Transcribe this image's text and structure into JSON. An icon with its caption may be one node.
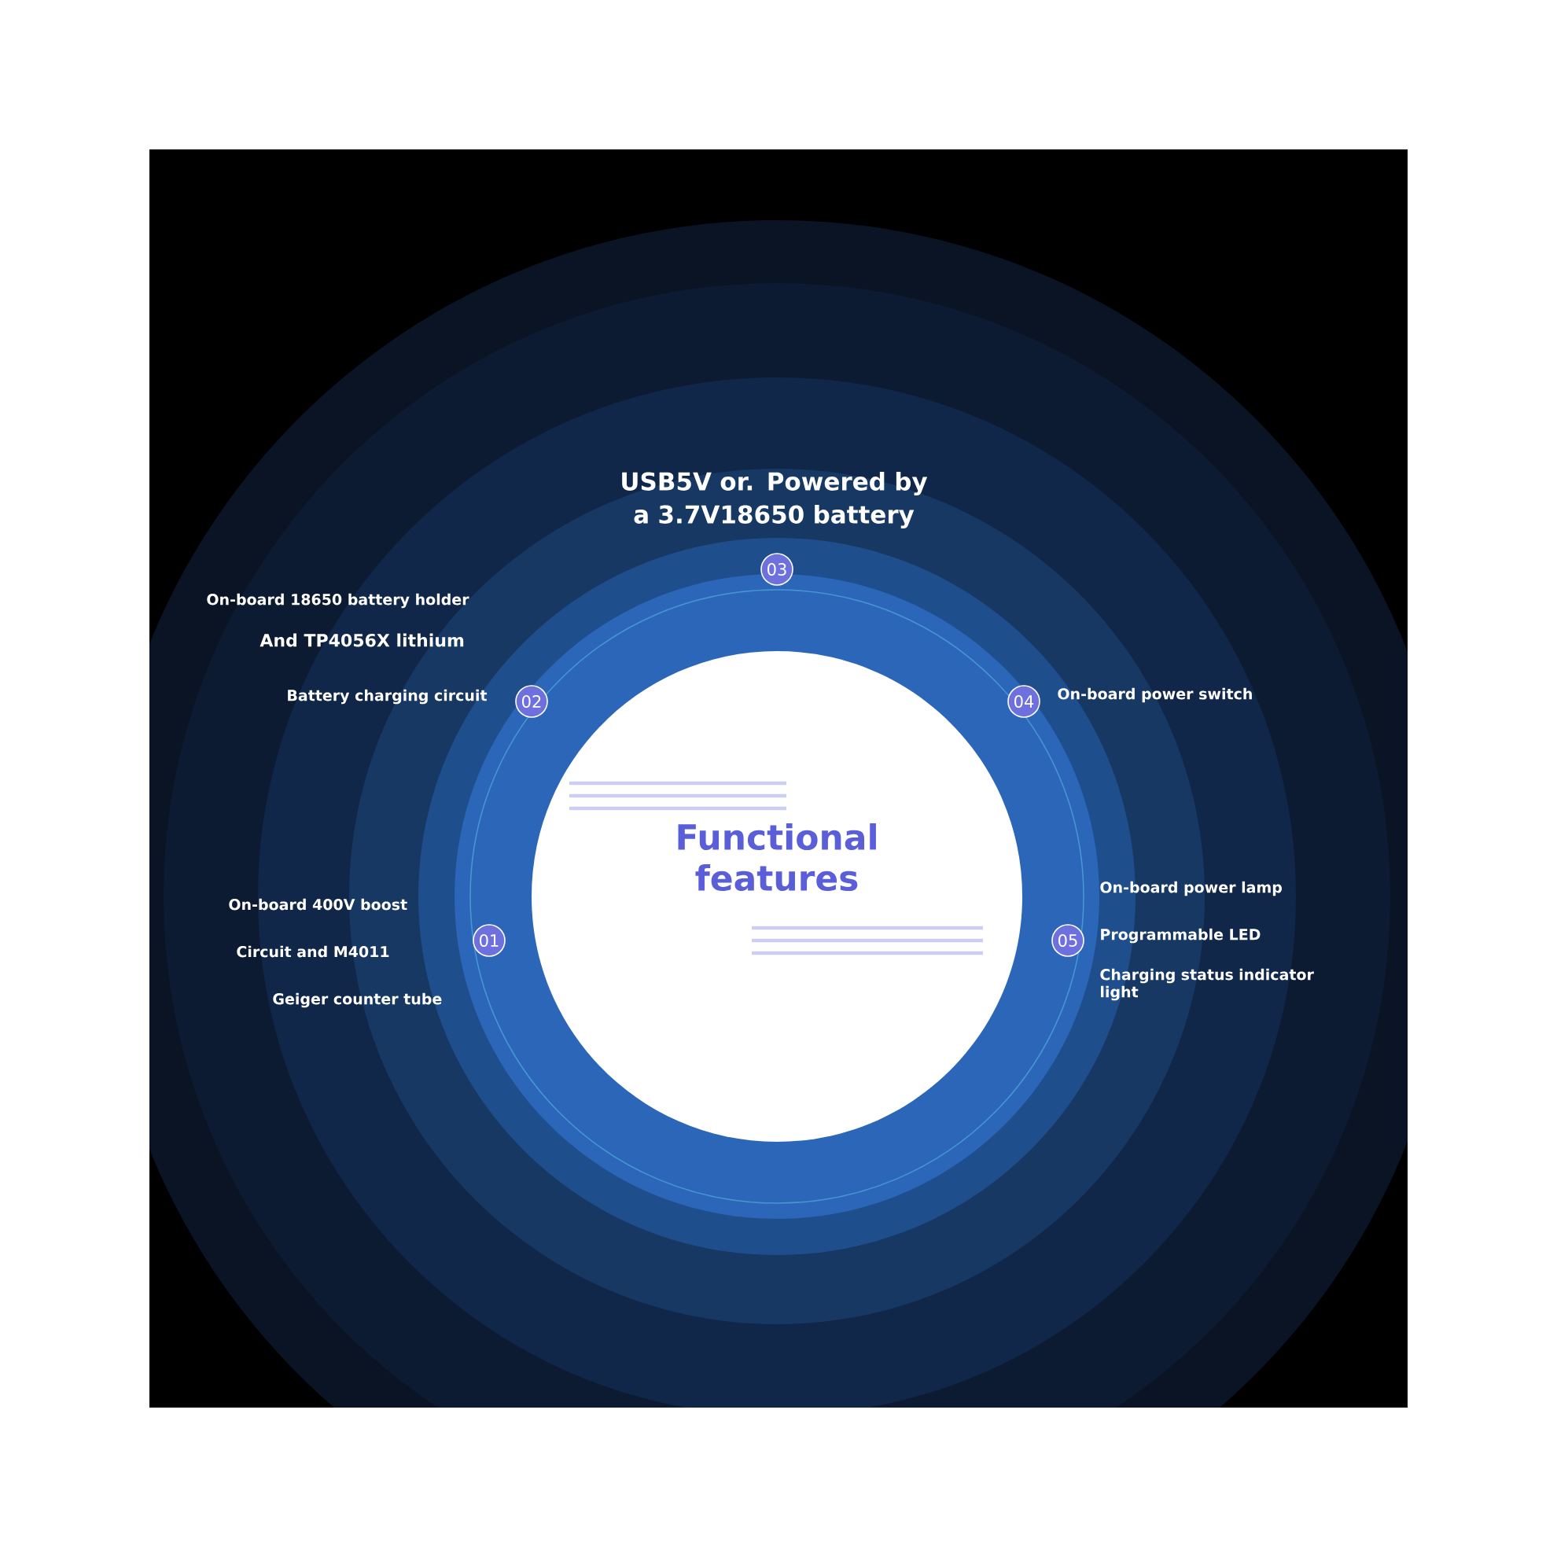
{
  "diagram": {
    "nodes": [
      {
        "text": [
          "Functional features"
        ]
      },
      {
        "text": [
          "01"
        ],
        "beside": [
          "On-board 400V boost",
          "Circuit and M4011",
          "Geiger counter tube"
        ]
      },
      {
        "text": [
          "02"
        ],
        "beside": [
          "On-board 18650 battery holder",
          "And TP4056X lithium",
          "Battery charging circuit"
        ]
      },
      {
        "text": [
          "03"
        ],
        "beside": [
          "USB5V or. Powered by a 3.7V18650 battery"
        ]
      },
      {
        "text": [
          "04"
        ],
        "beside": [
          "On-board power switch"
        ]
      },
      {
        "text": [
          "05"
        ],
        "beside": [
          "On-board power lamp",
          "Programmable LED",
          "Charging status indicator light"
        ]
      }
    ]
  }
}
